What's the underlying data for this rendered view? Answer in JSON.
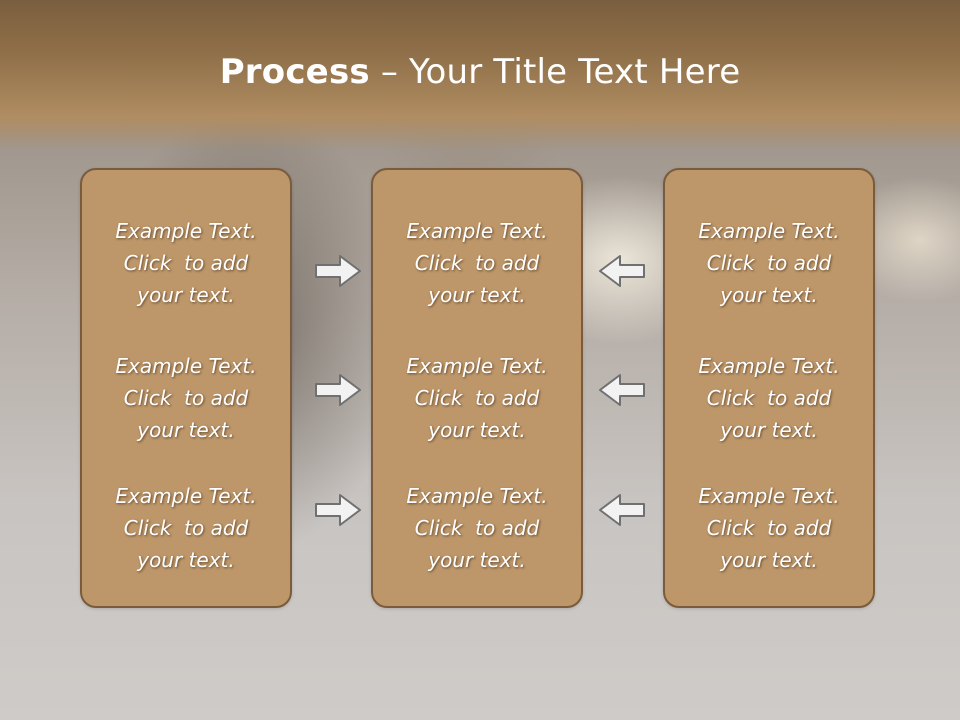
{
  "slide": {
    "title_bold": "Process",
    "title_rest": " – Your Title Text Here"
  },
  "columns": [
    {
      "items": [
        {
          "line1": "Example Text.",
          "line2": "Click  to add",
          "line3": "your text."
        },
        {
          "line1": "Example Text.",
          "line2": "Click  to add",
          "line3": "your text."
        },
        {
          "line1": "Example Text.",
          "line2": "Click  to add",
          "line3": "your text."
        }
      ]
    },
    {
      "items": [
        {
          "line1": "Example Text.",
          "line2": "Click  to add",
          "line3": "your text."
        },
        {
          "line1": "Example Text.",
          "line2": "Click  to add",
          "line3": "your text."
        },
        {
          "line1": "Example Text.",
          "line2": "Click  to add",
          "line3": "your text."
        }
      ]
    },
    {
      "items": [
        {
          "line1": "Example Text.",
          "line2": "Click  to add",
          "line3": "your text."
        },
        {
          "line1": "Example Text.",
          "line2": "Click  to add",
          "line3": "your text."
        },
        {
          "line1": "Example Text.",
          "line2": "Click  to add",
          "line3": "your text."
        }
      ]
    }
  ],
  "arrows": {
    "left_group": [
      "arrow-right-icon",
      "arrow-right-icon",
      "arrow-right-icon"
    ],
    "right_group": [
      "arrow-left-icon",
      "arrow-left-icon",
      "arrow-left-icon"
    ]
  },
  "colors": {
    "header": "#8f6f48",
    "box_fill": "#bd9669",
    "box_border": "#7a5c3c",
    "arrow_fill": "#f2f2f2",
    "arrow_stroke": "#707070"
  }
}
